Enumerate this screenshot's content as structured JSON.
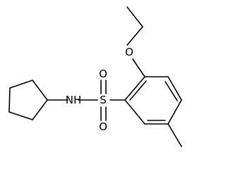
{
  "molecule": {
    "atoms": {
      "nitrogen_label": "NH",
      "sulfur_label": "S",
      "oxygen_sulfonyl_top": "O",
      "oxygen_sulfonyl_bottom": "O",
      "oxygen_ether": "O"
    }
  }
}
